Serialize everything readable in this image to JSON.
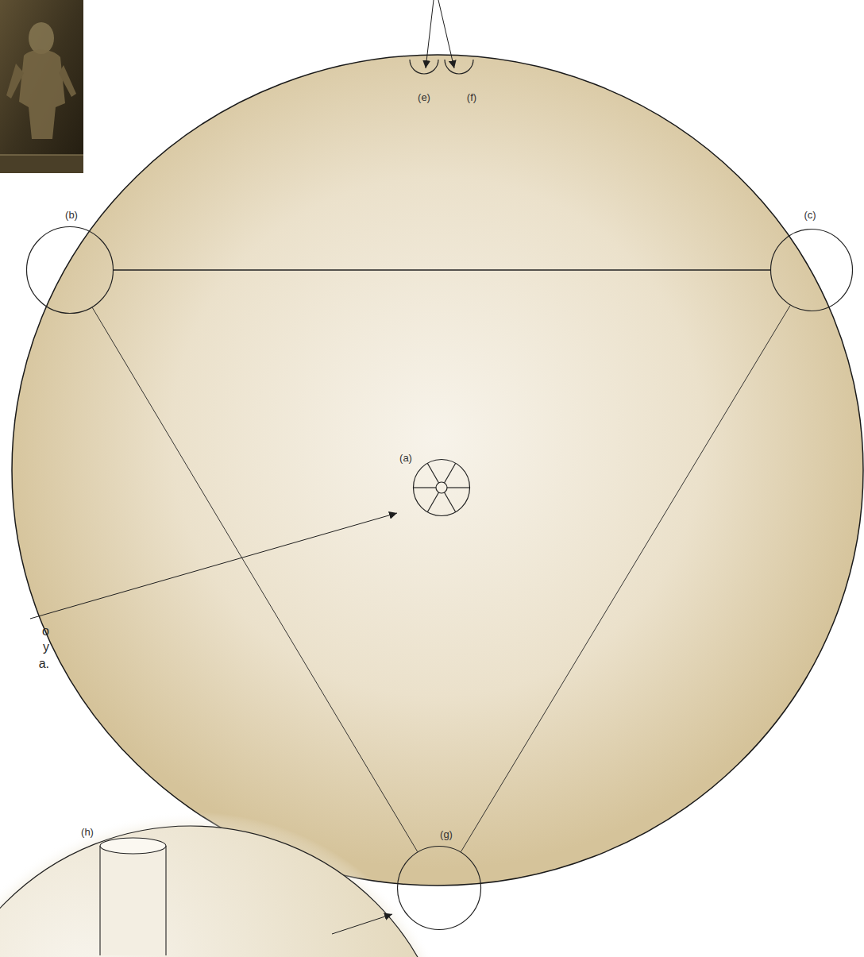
{
  "diagram": {
    "nodes": [
      {
        "text": [
          "(e)"
        ]
      },
      {
        "text": [
          "(f)"
        ]
      },
      {
        "text": [
          "(b)"
        ]
      },
      {
        "text": [
          "(c)"
        ]
      },
      {
        "text": [
          "(a)"
        ]
      },
      {
        "text": [
          "(g)"
        ]
      },
      {
        "text": [
          "(h)"
        ]
      }
    ],
    "edges": [
      {
        "from": 2,
        "to": 3,
        "arrow": "none"
      },
      {
        "from": 2,
        "to": 5,
        "arrow": "none"
      },
      {
        "from": 3,
        "to": 5,
        "arrow": "none"
      }
    ],
    "labels": [
      "o",
      "y",
      "a."
    ]
  }
}
